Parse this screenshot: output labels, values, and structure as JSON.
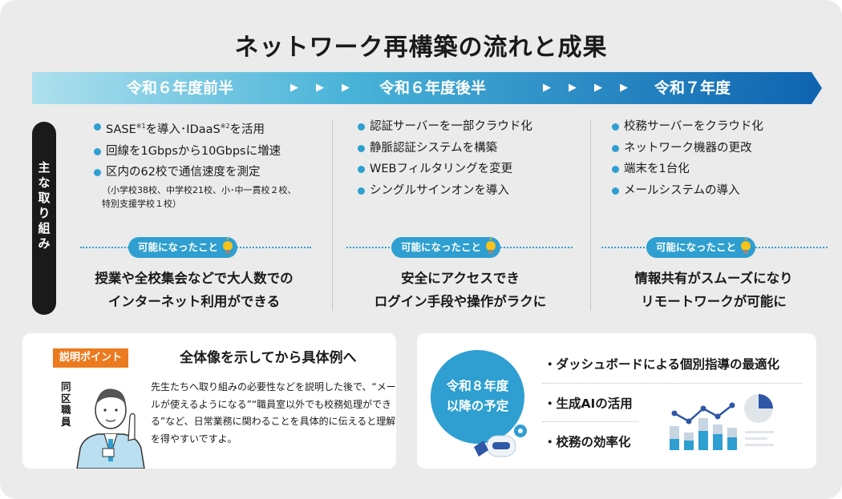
{
  "title": "ネットワーク再構築の流れと成果",
  "phases": [
    "令和６年度前半",
    "令和６年度後半",
    "令和７年度"
  ],
  "arrow_glyphs": [
    "▶▶▶",
    "▶▶▶▶"
  ],
  "side_label": "主な取り組み",
  "columns": [
    {
      "items": [
        "を導入･IDaaS",
        "回線を1Gbpsから10Gbpsに増速",
        "区内の62校で通信速度を測定"
      ],
      "item1_parts": {
        "a": "SASE",
        "sup1": "※1",
        "b": "を導入･IDaaS",
        "sup2": "※2",
        "c": "を活用"
      },
      "note_lines": [
        "（小学校38校、中学校21校、小･中一貫校２校、",
        "特別支援学校１校）"
      ],
      "badge": "可能になったこと",
      "result_lines": [
        "授業や全校集会などで大人数での",
        "インターネット利用ができる"
      ]
    },
    {
      "items": [
        "認証サーバーを一部クラウド化",
        "静脈認証システムを構築",
        "WEBフィルタリングを変更",
        "シングルサインオンを導入"
      ],
      "badge": "可能になったこと",
      "result_lines": [
        "安全にアクセスでき",
        "ログイン手段や操作がラクに"
      ]
    },
    {
      "items": [
        "校務サーバーをクラウド化",
        "ネットワーク機器の更改",
        "端末を1台化",
        "メールシステムの導入"
      ],
      "badge": "可能になったこと",
      "result_lines": [
        "情報共有がスムーズになり",
        "リモートワークが可能に"
      ]
    }
  ],
  "explain": {
    "tag": "説明ポイント",
    "heading": "全体像を示してから具体例へ",
    "staff_label": "同区職員",
    "body": "先生たちへ取り組みの必要性などを説明した後で、“メールが使えるようになる”“職員室以外でも校務処理ができる”など、日常業務に関わることを具体的に伝えると理解を得やすいですよ。"
  },
  "future": {
    "circle_lines": [
      "令和８年度",
      "以降の予定"
    ],
    "items": [
      "・ダッシュボードによる個別指導の最適化",
      "・生成AIの活用",
      "・校務の効率化"
    ]
  },
  "colors": {
    "accent": "#2e9fd0",
    "banner_start": "#aee0ee",
    "banner_end": "#0e63b0",
    "tag": "#ec7a1f",
    "dark": "#1a1a1a",
    "bulb": "#f6c21c"
  }
}
